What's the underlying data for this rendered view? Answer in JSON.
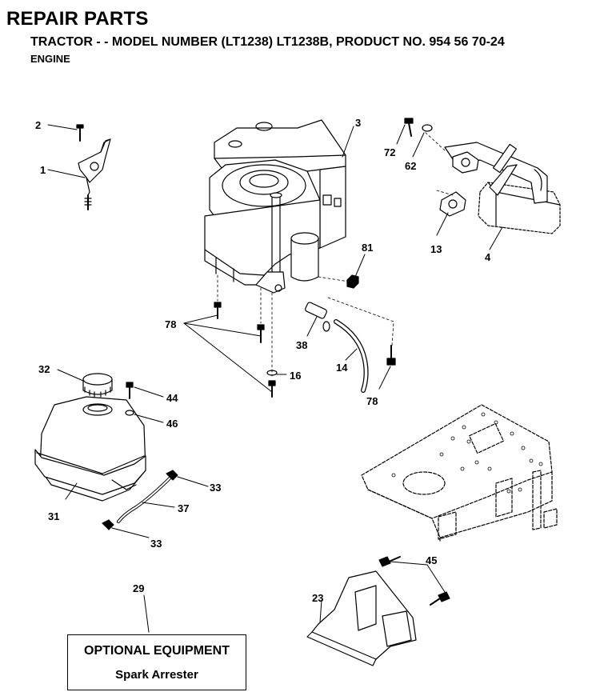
{
  "header": {
    "title": "REPAIR PARTS",
    "subtitle": "TRACTOR - - MODEL NUMBER (LT1238) LT1238B, PRODUCT NO. 954 56 70-24",
    "section": "ENGINE"
  },
  "callouts": {
    "c1": "1",
    "c2": "2",
    "c3": "3",
    "c4": "4",
    "c13": "13",
    "c14": "14",
    "c16": "16",
    "c23": "23",
    "c29": "29",
    "c31": "31",
    "c32": "32",
    "c33a": "33",
    "c33b": "33",
    "c37": "37",
    "c38": "38",
    "c44": "44",
    "c45": "45",
    "c46": "46",
    "c62": "62",
    "c72": "72",
    "c78a": "78",
    "c78b": "78",
    "c81": "81"
  },
  "optional_box": {
    "title": "OPTIONAL EQUIPMENT",
    "item": "Spark Arrester"
  }
}
